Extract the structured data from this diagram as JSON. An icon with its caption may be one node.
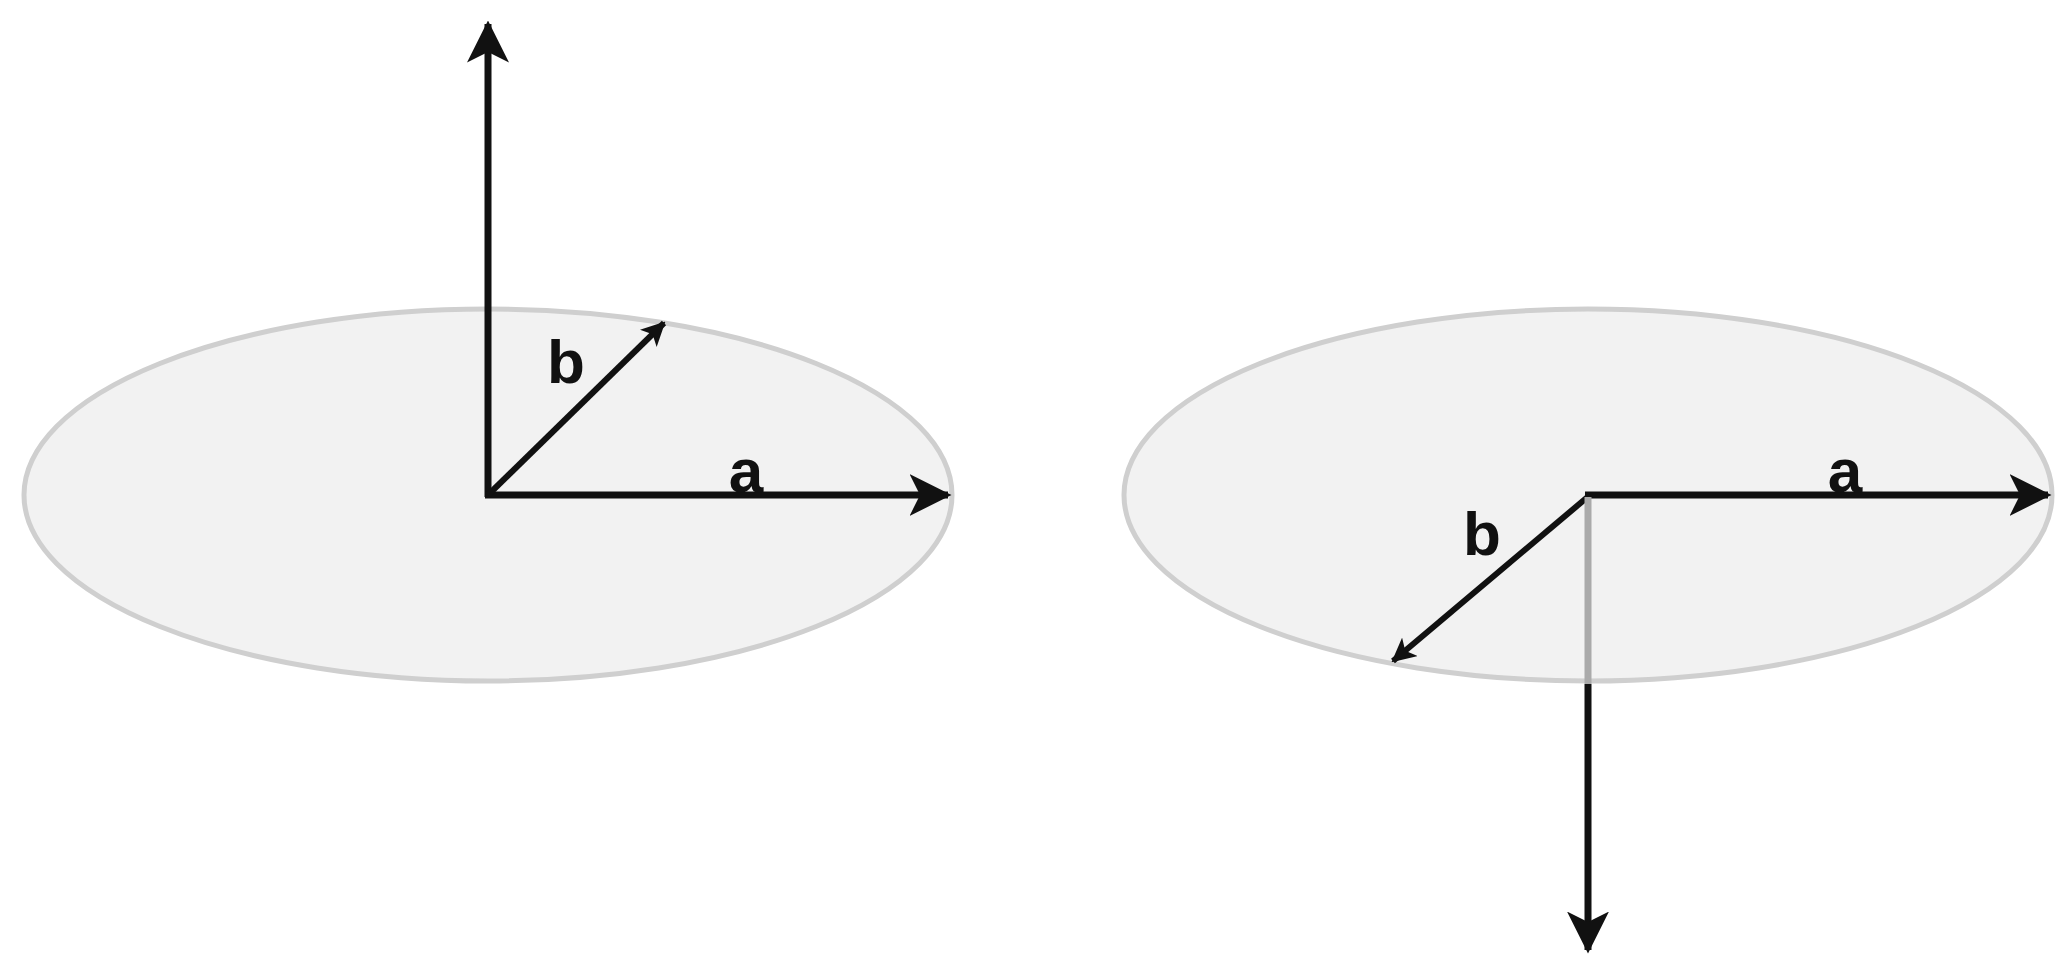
{
  "diagram": {
    "labels": [
      "b",
      "a",
      "a",
      "b"
    ]
  }
}
